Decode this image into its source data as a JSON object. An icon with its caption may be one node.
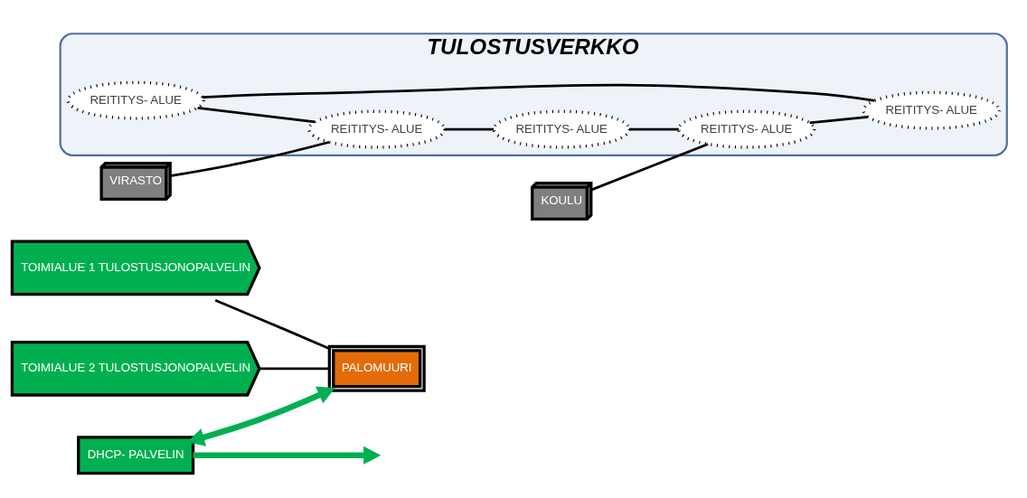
{
  "diagram": {
    "nodes": [
      {
        "text": [
          "TOIMIALUE 1 TULOSTUSJONOPALVELIN"
        ]
      },
      {
        "text": [
          "TOIMIALUE 2 TULOSTUSJONOPALVELIN"
        ]
      },
      {
        "text": [
          "PALOMUURI"
        ]
      },
      {
        "text": [
          "DHCP- PALVELIN"
        ]
      },
      {
        "text": [
          "TULOSTUSVERKKO"
        ]
      },
      {
        "text": [
          "REITITYS- ALUE"
        ],
        "in": 4
      },
      {
        "text": [
          "REITITYS- ALUE"
        ],
        "in": 4
      },
      {
        "text": [
          "REITITYS- ALUE"
        ],
        "in": 4
      },
      {
        "text": [
          "REITITYS- ALUE"
        ],
        "in": 4
      },
      {
        "text": [
          "REITITYS- ALUE"
        ],
        "in": 4
      },
      {
        "text": [
          "VIRASTO"
        ]
      },
      {
        "text": [
          "KOULU"
        ]
      }
    ],
    "edges": [
      {
        "from": 0,
        "to": 2,
        "arrow": "none"
      },
      {
        "from": 1,
        "to": 2,
        "arrow": "none"
      },
      {
        "from": 3,
        "to": 2,
        "arrow": "both",
        "style": "thick",
        "color": "#00b050"
      },
      {
        "from": 3,
        "to": null,
        "arrow": "to",
        "style": "thick",
        "color": "#00b050"
      },
      {
        "from": 5,
        "to": 6,
        "arrow": "none"
      },
      {
        "from": 6,
        "to": 7,
        "arrow": "none"
      },
      {
        "from": 7,
        "to": 9,
        "arrow": "none"
      },
      {
        "from": 9,
        "to": 8,
        "arrow": "none"
      },
      {
        "from": 8,
        "to": 5,
        "arrow": "none"
      },
      {
        "from": 10,
        "to": 6,
        "arrow": "none"
      },
      {
        "from": 11,
        "to": 9,
        "arrow": "none"
      }
    ]
  }
}
